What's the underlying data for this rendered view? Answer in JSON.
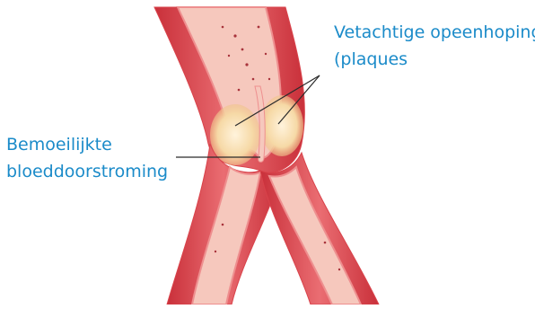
{
  "labels": {
    "plaque_line1": "Vetachtige opeenhoping",
    "plaque_line2": "(plaques",
    "flow_line1": "Bemoeilijkte",
    "flow_line2": "bloeddoorstroming"
  },
  "colors": {
    "label_text": "#1b8bc9",
    "artery_wall": "#d9434b",
    "artery_wall_light": "#ee8f8f",
    "artery_inner": "#f6c8bd",
    "plaque": "#f7dfb4",
    "pointer_line": "#2b2b2b"
  }
}
